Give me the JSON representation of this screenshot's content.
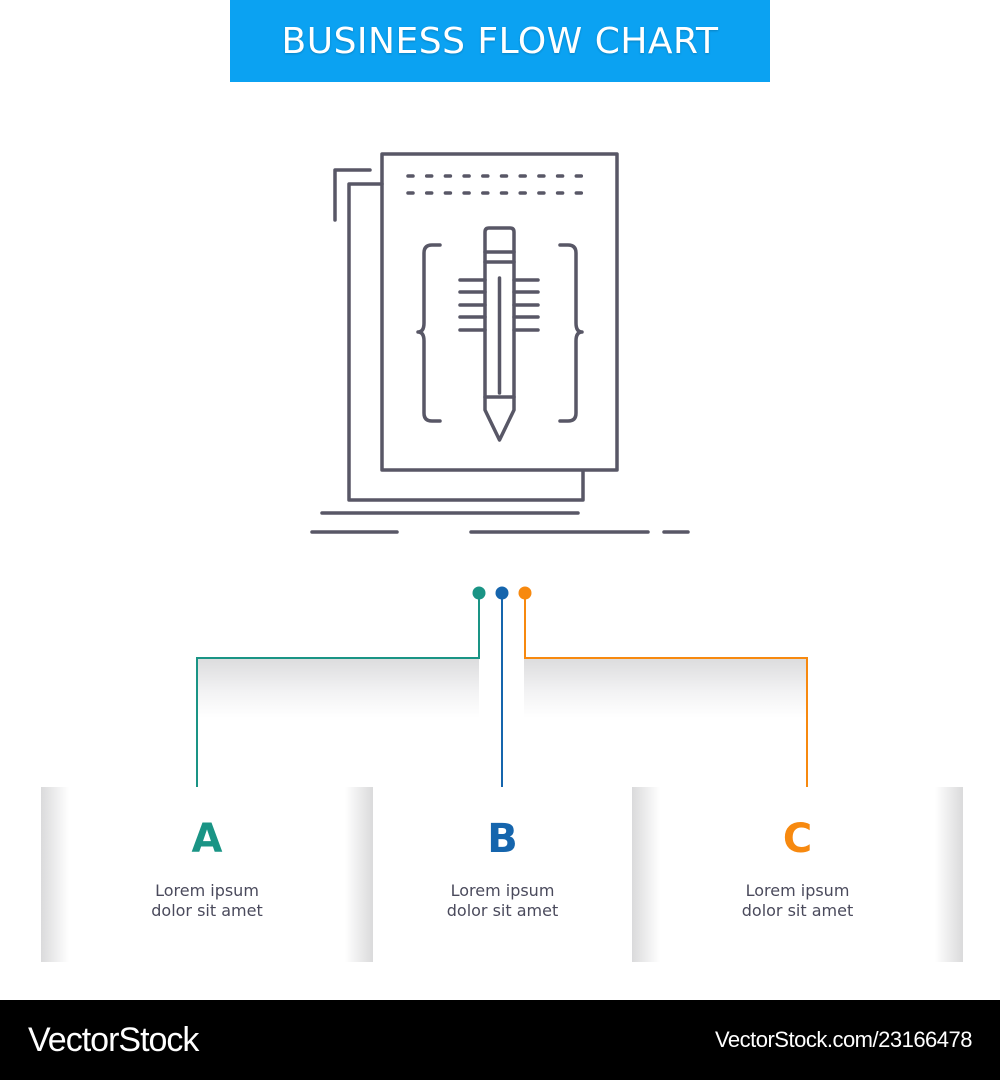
{
  "header": {
    "title": "BUSINESS FLOW CHART",
    "background_color": "#0ba2f2"
  },
  "illustration": {
    "icon": "document-pencil-code-icon",
    "stroke_color": "#585766"
  },
  "connectors": [
    {
      "id": "A",
      "color": "#1a9485"
    },
    {
      "id": "B",
      "color": "#1565ad"
    },
    {
      "id": "C",
      "color": "#f7890f"
    }
  ],
  "steps": [
    {
      "letter": "A",
      "color": "#1a9485",
      "line1": "Lorem ipsum",
      "line2": "dolor sit amet"
    },
    {
      "letter": "B",
      "color": "#1565ad",
      "line1": "Lorem ipsum",
      "line2": "dolor sit amet"
    },
    {
      "letter": "C",
      "color": "#f7890f",
      "line1": "Lorem ipsum",
      "line2": "dolor sit amet"
    }
  ],
  "footer": {
    "logo": "VectorStock",
    "url": "VectorStock.com/23166478"
  }
}
